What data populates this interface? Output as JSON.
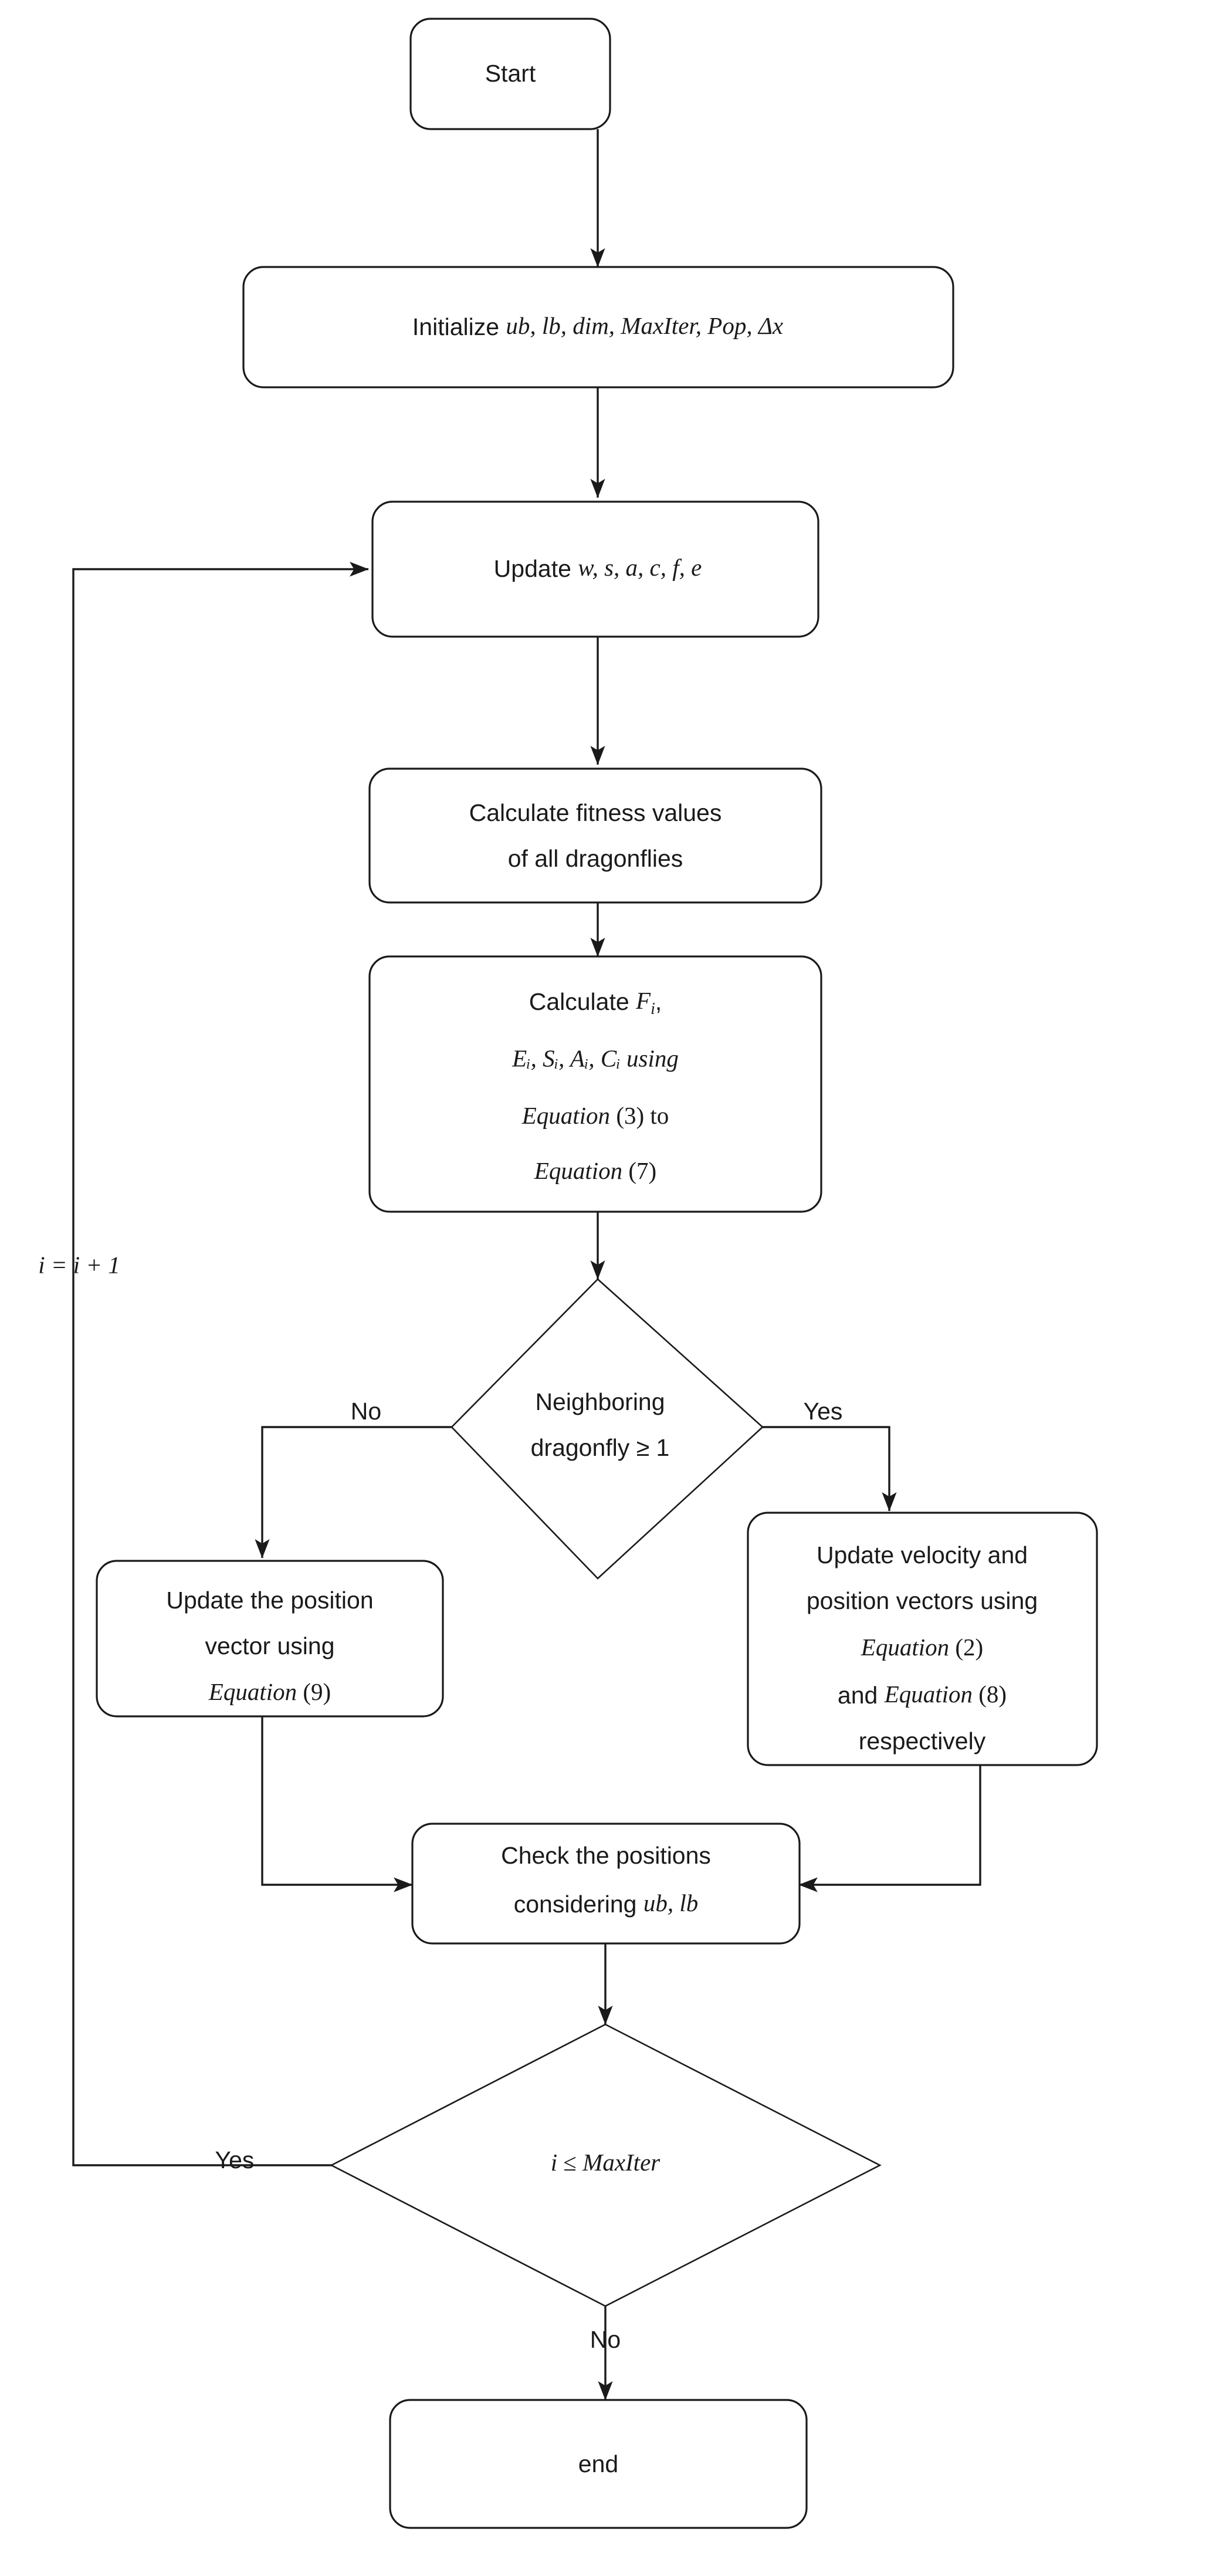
{
  "diagram": {
    "title": "Dragonfly Algorithm Flowchart",
    "stroke_color": "#1a1a1a",
    "fill_color": "#ffffff",
    "nodes": {
      "start": {
        "label": "Start",
        "shape": "rounded-rectangle"
      },
      "initialize": {
        "prefix": "Initialize ",
        "vars": "ub, lb, dim, MaxIter, Pop, Δx",
        "shape": "rounded-rectangle"
      },
      "update_params": {
        "prefix": "Update ",
        "vars": "w, s, a, c, f, e",
        "shape": "rounded-rectangle"
      },
      "calc_fitness": {
        "line1": "Calculate fitness values",
        "line2": "of all dragonflies",
        "shape": "rounded-rectangle"
      },
      "calc_fsac": {
        "line1_prefix": "Calculate ",
        "line1_var": "F",
        "line1_sub": "i",
        "line1_suffix": ",",
        "line2_vars": "E",
        "line2_full": "Eᵢ, Sᵢ, Aᵢ, Cᵢ using",
        "line3_em": "Equation",
        "line3_rest": " (3) to",
        "line4_em": "Equation",
        "line4_rest": " (7)",
        "shape": "rounded-rectangle"
      },
      "decision_neighbor": {
        "line1": "Neighboring",
        "line2": "dragonfly ≥ 1",
        "shape": "diamond"
      },
      "update_position": {
        "line1": "Update the position",
        "line2": "vector using",
        "line3_em": "Equation",
        "line3_rest": " (9)",
        "shape": "rounded-rectangle"
      },
      "update_velocity": {
        "line1": "Update velocity and",
        "line2": "position vectors using",
        "line3_em": "Equation",
        "line3_rest": " (2)",
        "line4_pre": "and ",
        "line4_em": "Equation",
        "line4_rest": " (8)",
        "line5": "respectively",
        "shape": "rounded-rectangle"
      },
      "check_positions": {
        "line1": "Check the positions",
        "line2_prefix": "considering ",
        "line2_vars": "ub, lb",
        "shape": "rounded-rectangle"
      },
      "decision_maxiter": {
        "expr_i": "i",
        "expr_op": " ≤ ",
        "expr_max": "MaxIter",
        "shape": "diamond"
      },
      "end": {
        "label": "end",
        "shape": "rounded-rectangle"
      }
    },
    "edge_labels": {
      "neighbor_no": "No",
      "neighbor_yes": "Yes",
      "maxiter_yes": "Yes",
      "maxiter_no": "No",
      "loop_increment_i": "i",
      "loop_increment_eq": " = ",
      "loop_increment_rest": "i + 1",
      "loop_increment_full": "i = i + 1"
    }
  }
}
